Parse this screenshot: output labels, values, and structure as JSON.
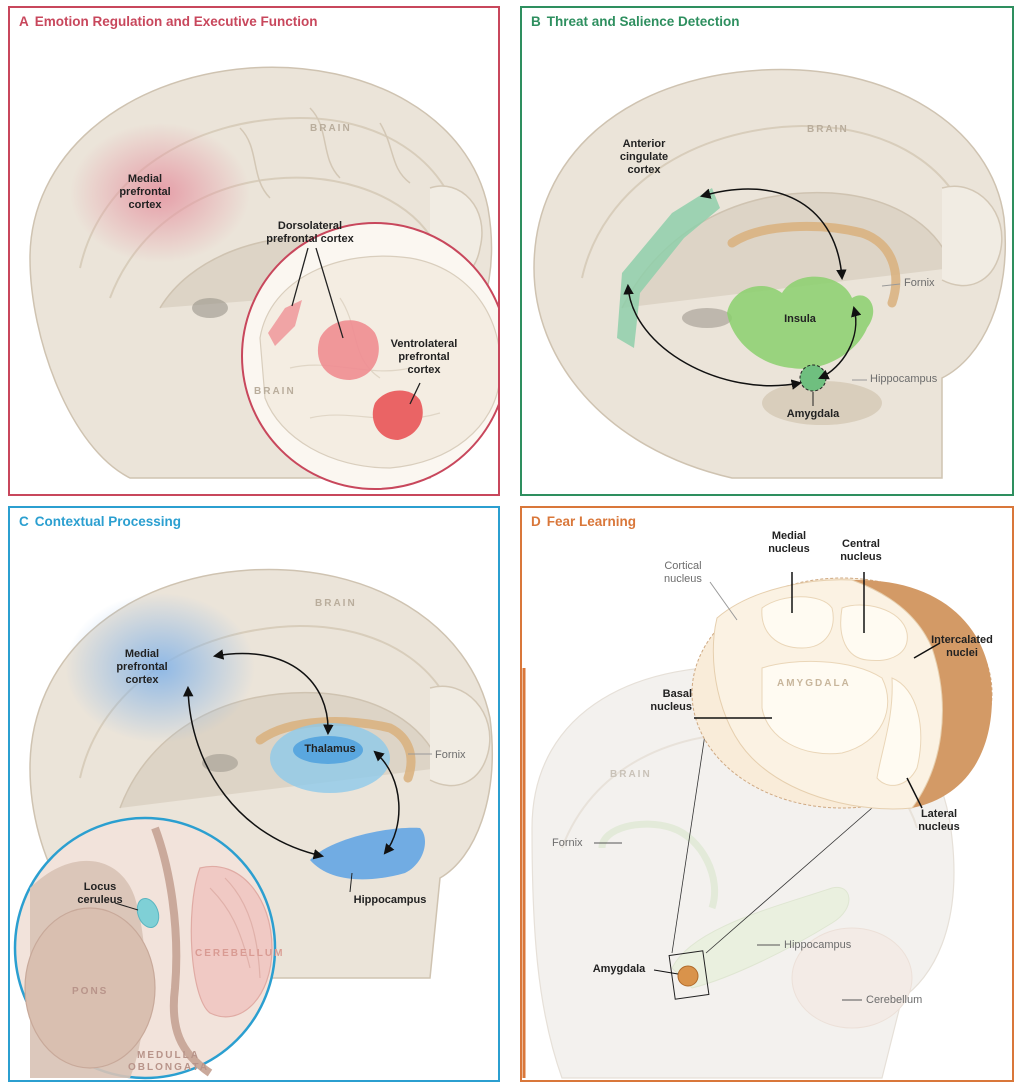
{
  "panels": {
    "a": {
      "letter": "A",
      "title": "Emotion Regulation and Executive Function",
      "color": "#c8475c",
      "labels": {
        "brain": "BRAIN",
        "medial_pfc": "Medial\nprefrontal\ncortex",
        "dlpfc": "Dorsolateral\nprefrontal cortex",
        "vlpfc": "Ventrolateral\nprefrontal\ncortex",
        "brain_inset": "BRAIN"
      }
    },
    "b": {
      "letter": "B",
      "title": "Threat and Salience Detection",
      "color": "#2e8f5f",
      "labels": {
        "brain": "BRAIN",
        "acc": "Anterior\ncingulate\ncortex",
        "insula": "Insula",
        "fornix": "Fornix",
        "hippocampus": "Hippocampus",
        "amygdala": "Amygdala"
      }
    },
    "c": {
      "letter": "C",
      "title": "Contextual Processing",
      "color": "#2b9fd0",
      "labels": {
        "brain": "BRAIN",
        "medial_pfc": "Medial\nprefrontal\ncortex",
        "thalamus": "Thalamus",
        "fornix": "Fornix",
        "hippocampus": "Hippocampus",
        "locus": "Locus\nceruleus",
        "cerebellum": "CEREBELLUM",
        "pons": "PONS",
        "medulla": "MEDULLA\nOBLONGATA"
      }
    },
    "d": {
      "letter": "D",
      "title": "Fear Learning",
      "color": "#d9773a",
      "labels": {
        "medial_nucleus": "Medial\nnucleus",
        "central_nucleus": "Central\nnucleus",
        "cortical_nucleus": "Cortical\nnucleus",
        "intercalated": "Intercalated\nnuclei",
        "amygdala_caps": "AMYGDALA",
        "basal_nucleus": "Basal\nnucleus",
        "lateral_nucleus": "Lateral\nnucleus",
        "brain": "BRAIN",
        "fornix": "Fornix",
        "hippocampus": "Hippocampus",
        "amygdala": "Amygdala",
        "cerebellum": "Cerebellum"
      }
    }
  }
}
